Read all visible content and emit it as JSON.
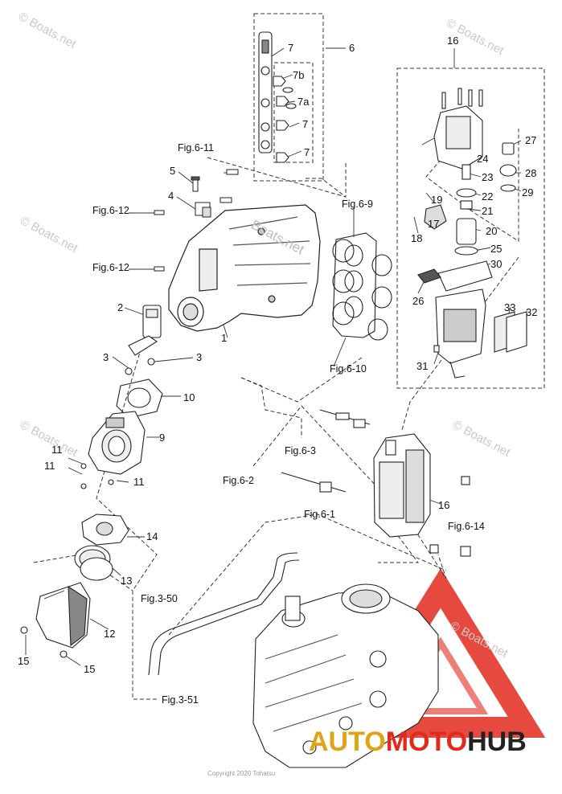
{
  "figure": {
    "watermark_site": "© Boats.net",
    "watermark_center": "Boats.net",
    "copyright": "Copyright 2020 Tohatsu",
    "brand": {
      "part1": "AUTO",
      "part2": "MOTO",
      "part3": "HUB"
    }
  },
  "parts": {
    "p1": "1",
    "p2": "2",
    "p3a": "3",
    "p3b": "3",
    "p4": "4",
    "p5": "5",
    "p6": "6",
    "p7a": "7",
    "p7b": "7b",
    "p7c": "7a",
    "p7d": "7",
    "p7e": "7",
    "p9": "9",
    "p10": "10",
    "p11a": "11",
    "p11b": "11",
    "p11c": "11",
    "p12": "12",
    "p13": "13",
    "p14": "14",
    "p15a": "15",
    "p15b": "15",
    "p16a": "16",
    "p16b": "16",
    "p17": "17",
    "p18": "18",
    "p19": "19",
    "p20": "20",
    "p21": "21",
    "p22": "22",
    "p23": "23",
    "p24": "24",
    "p25": "25",
    "p26": "26",
    "p27": "27",
    "p28": "28",
    "p29": "29",
    "p30": "30",
    "p31": "31",
    "p32": "32",
    "p33": "33"
  },
  "refs": {
    "fig_6_11": "Fig.6-11",
    "fig_6_12a": "Fig.6-12",
    "fig_6_12b": "Fig.6-12",
    "fig_6_9": "Fig.6-9",
    "fig_6_10": "Fig.6-10",
    "fig_6_3": "Fig.6-3",
    "fig_6_2": "Fig.6-2",
    "fig_6_1": "Fig.6-1",
    "fig_6_14": "Fig.6-14",
    "fig_3_50": "Fig.3-50",
    "fig_3_51": "Fig.3-51"
  }
}
